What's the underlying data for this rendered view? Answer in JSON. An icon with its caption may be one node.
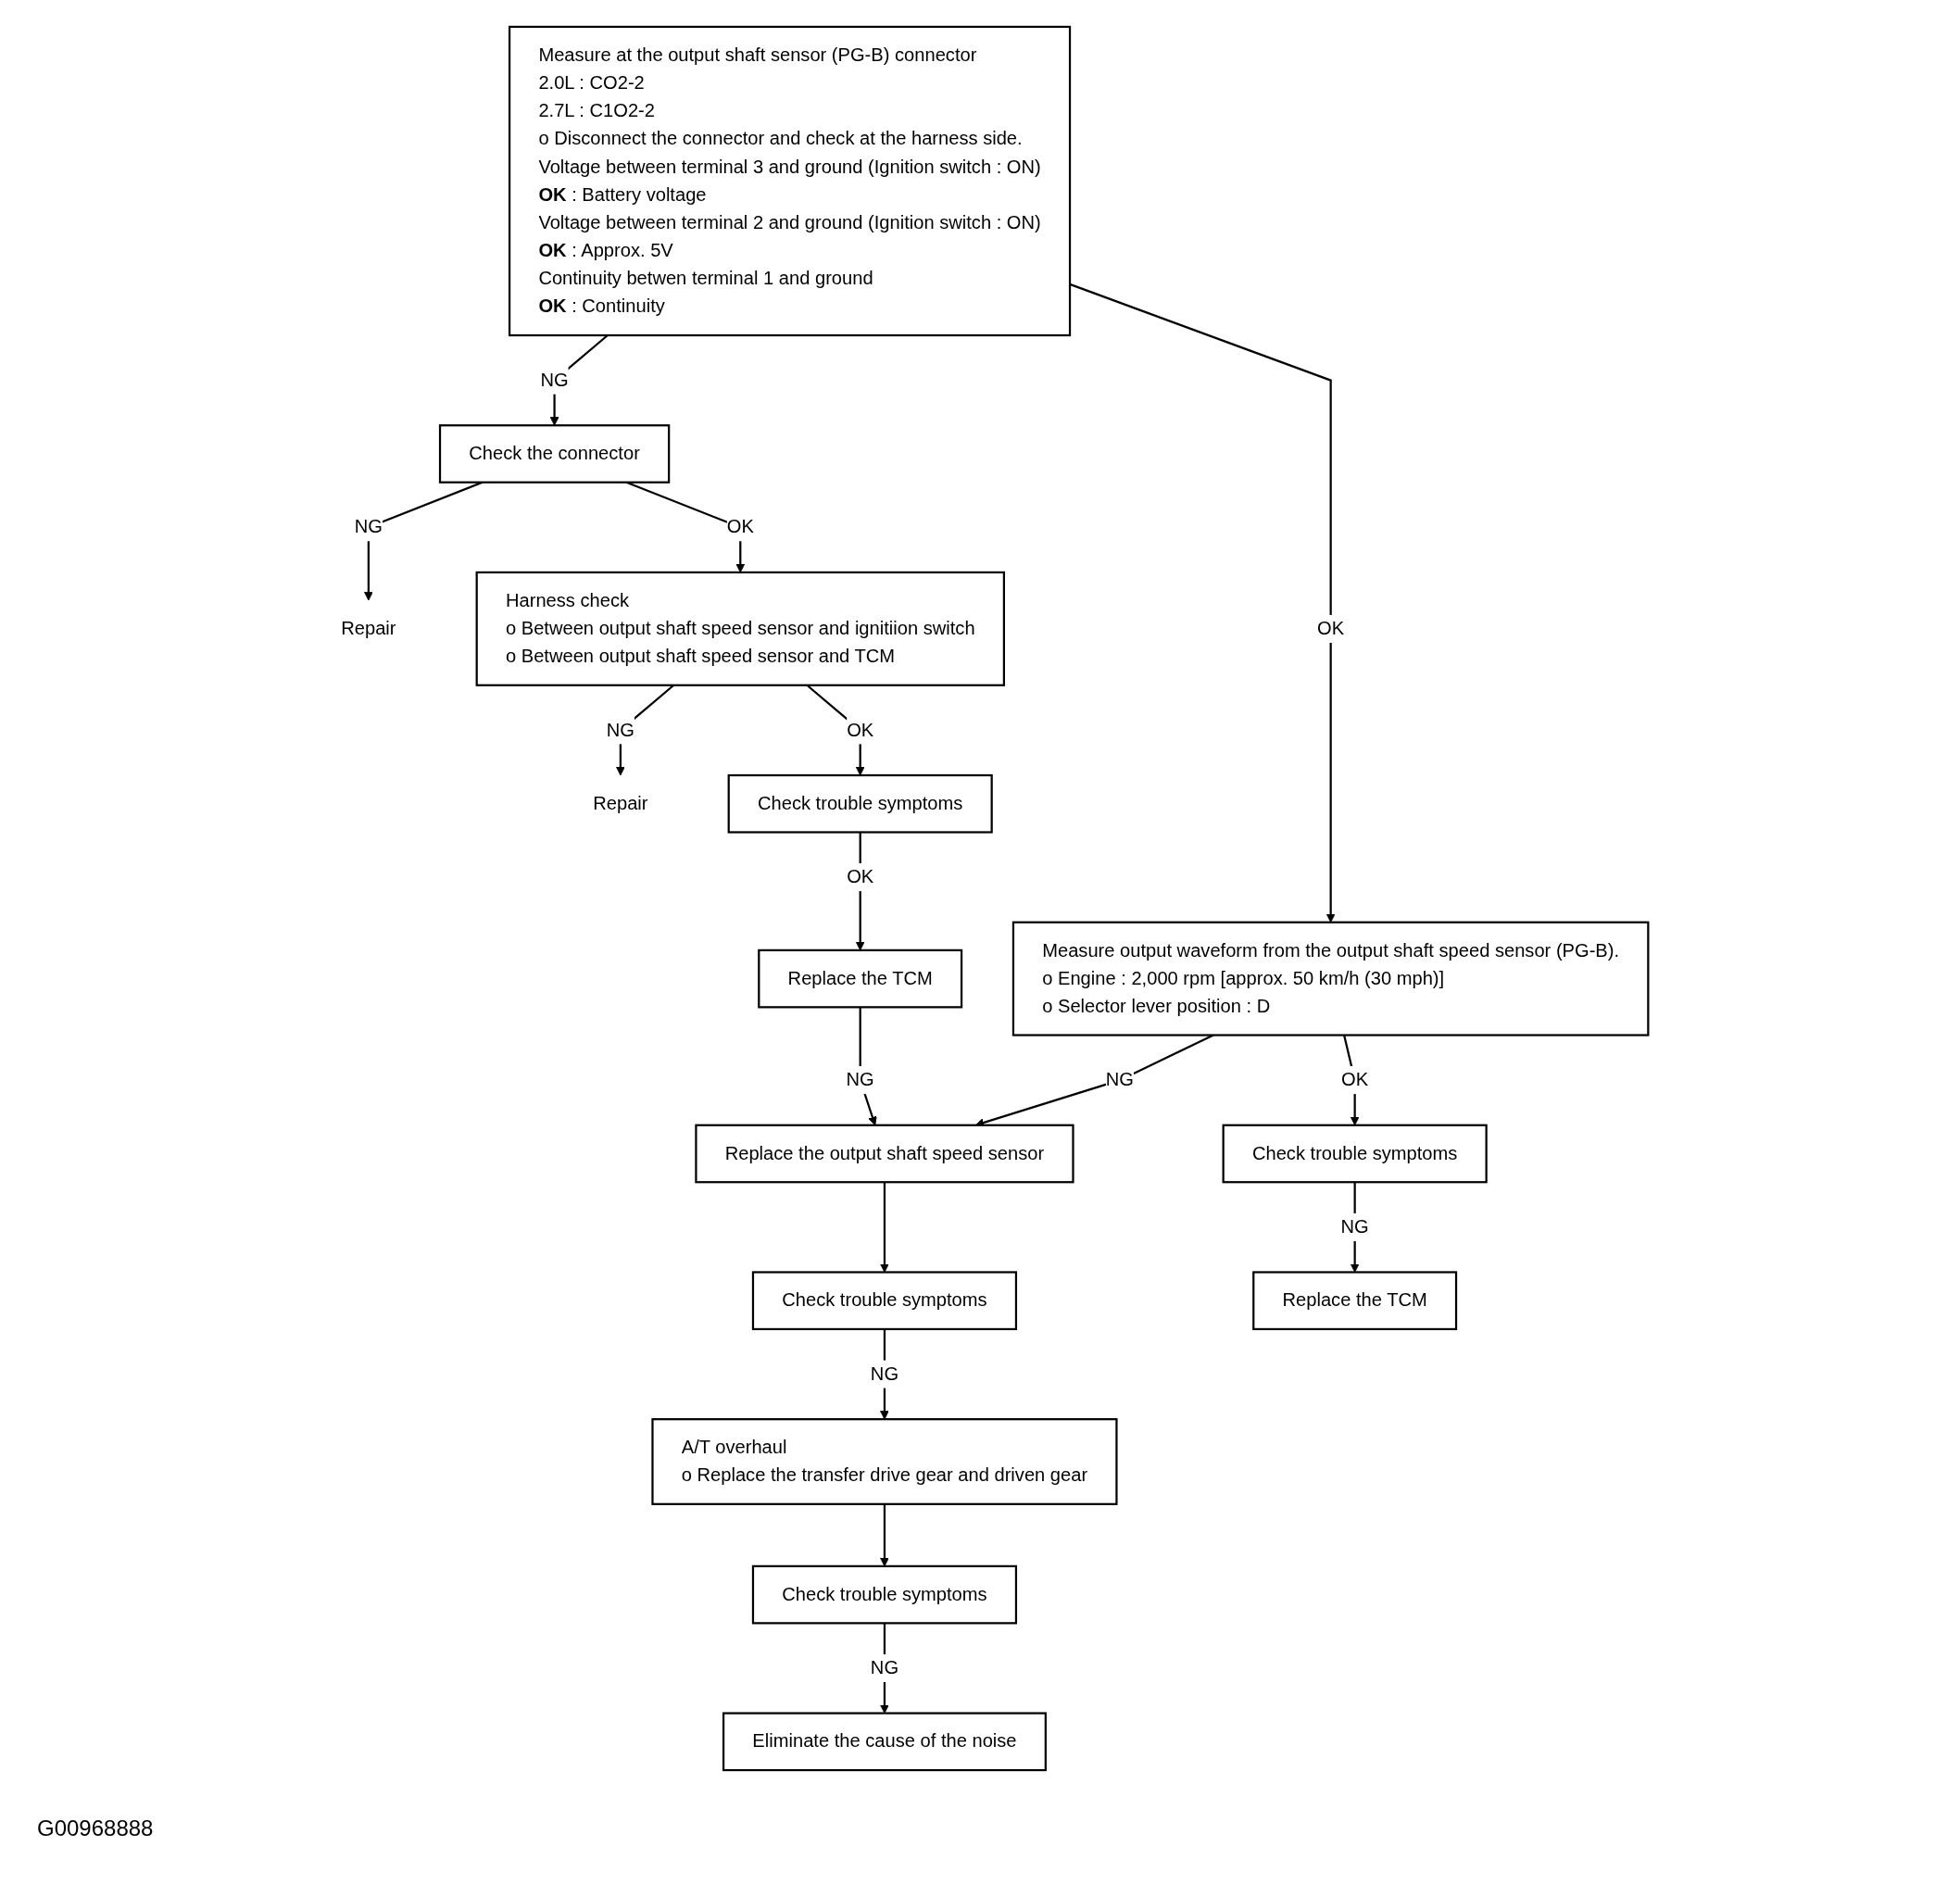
{
  "diagram": {
    "nodes": [
      {
        "text": [
          "Measure at the output shaft sensor (PG-B) connector",
          "2.0L : CO2-2",
          "2.7L : C1O2-2",
          "o Disconnect the connector and check at the harness side.",
          "Voltage between terminal 3 and ground (Ignition switch : ON)",
          "**OK** : Battery voltage",
          "Voltage between terminal 2 and ground (Ignition switch : ON)",
          "**OK** : Approx. 5V",
          "Continuity betwen terminal 1 and ground",
          "**OK** : Continuity"
        ]
      },
      {
        "text": [
          "Check the connector"
        ]
      },
      {
        "text": [
          "Repair"
        ]
      },
      {
        "text": [
          "Harness check",
          "o Between output shaft speed sensor and ignitiion switch",
          "o Between output shaft speed sensor and TCM"
        ]
      },
      {
        "text": [
          "Repair"
        ]
      },
      {
        "text": [
          "Check trouble symptoms"
        ]
      },
      {
        "text": [
          "Replace the TCM"
        ]
      },
      {
        "text": [
          "Measure output waveform from the output shaft speed sensor (PG-B).",
          "o Engine : 2,000 rpm [approx. 50 km/h (30 mph)]",
          "o Selector lever position : D"
        ]
      },
      {
        "text": [
          "Replace the output shaft speed sensor"
        ]
      },
      {
        "text": [
          "Check trouble symptoms"
        ]
      },
      {
        "text": [
          "Check trouble symptoms"
        ]
      },
      {
        "text": [
          "A/T overhaul",
          "o Replace the transfer drive gear and driven gear"
        ]
      },
      {
        "text": [
          "Replace the TCM"
        ]
      },
      {
        "text": [
          "Check trouble symptoms"
        ]
      },
      {
        "text": [
          "Eliminate the cause of the noise"
        ]
      }
    ],
    "edges": [
      {
        "from": 0,
        "to": 1,
        "arrow": "to",
        "label": "NG"
      },
      {
        "from": 1,
        "to": 2,
        "arrow": "to",
        "label": "NG"
      },
      {
        "from": 1,
        "to": 3,
        "arrow": "to",
        "label": "OK"
      },
      {
        "from": 3,
        "to": 4,
        "arrow": "to",
        "label": "NG"
      },
      {
        "from": 3,
        "to": 5,
        "arrow": "to",
        "label": "OK"
      },
      {
        "from": 5,
        "to": 6,
        "arrow": "to",
        "label": "OK"
      },
      {
        "from": 6,
        "to": 8,
        "arrow": "to",
        "label": "NG"
      },
      {
        "from": 0,
        "to": 7,
        "arrow": "to",
        "label": "OK"
      },
      {
        "from": 7,
        "to": 8,
        "arrow": "to",
        "label": "NG"
      },
      {
        "from": 7,
        "to": 10,
        "arrow": "to",
        "label": "OK"
      },
      {
        "from": 10,
        "to": 12,
        "arrow": "to",
        "label": "NG"
      },
      {
        "from": 8,
        "to": 9,
        "arrow": "to"
      },
      {
        "from": 9,
        "to": 11,
        "arrow": "to",
        "label": "NG"
      },
      {
        "from": 11,
        "to": 13,
        "arrow": "to"
      },
      {
        "from": 13,
        "to": 14,
        "arrow": "to",
        "label": "NG"
      }
    ],
    "labels": [
      "G00968888"
    ]
  }
}
